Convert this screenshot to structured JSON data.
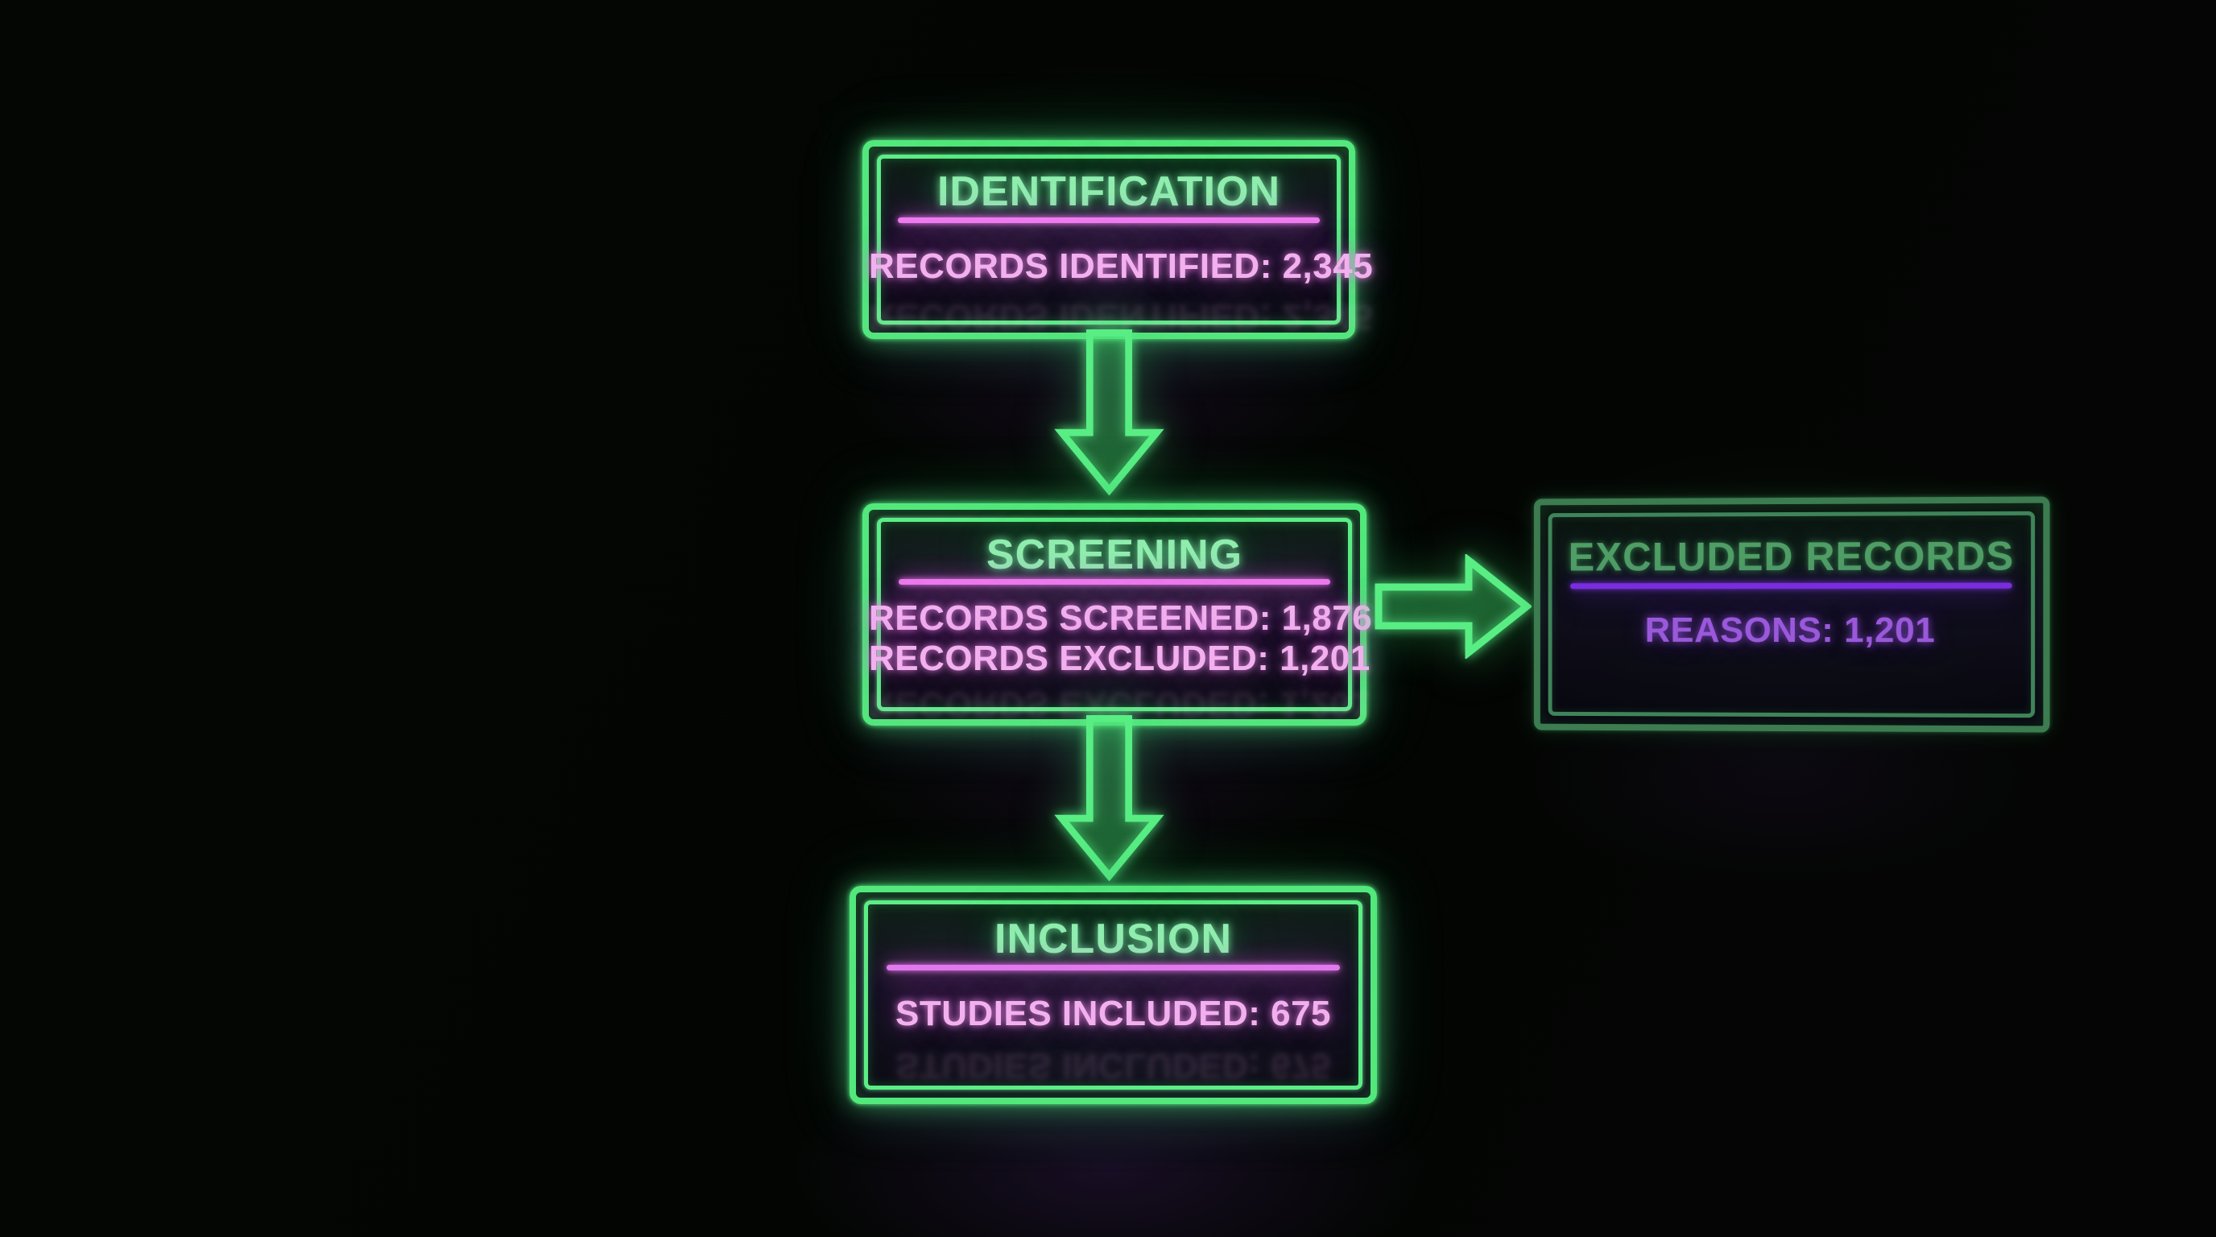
{
  "palette": {
    "background": "#030503",
    "neon_green": "#55e87e",
    "neon_green_dim": "#3c7c50",
    "green_title_text": "#8ff0ae",
    "green_title_text_dim": "#4f9e65",
    "pink_divider": "#ee7cee",
    "pink_text": "#f2b0ee",
    "purple_divider": "#7a2ce0",
    "purple_text": "#9a58da"
  },
  "flowchart": {
    "identification": {
      "title": "IDENTIFICATION",
      "lines": [
        "RECORDS IDENTIFIED: 2,345"
      ]
    },
    "screening": {
      "title": "SCREENING",
      "lines": [
        "RECORDS SCREENED: 1,876",
        "RECORDS EXCLUDED: 1,201"
      ]
    },
    "excluded_records": {
      "title": "EXCLUDED RECORDS",
      "lines": [
        "REASONS: 1,201"
      ]
    },
    "inclusion": {
      "title": "INCLUSION",
      "lines": [
        "STUDIES INCLUDED: 675"
      ]
    },
    "connectors": [
      {
        "name": "down-arrow-identification-to-screening"
      },
      {
        "name": "right-arrow-screening-to-excluded-records"
      },
      {
        "name": "down-arrow-screening-to-inclusion"
      }
    ]
  }
}
